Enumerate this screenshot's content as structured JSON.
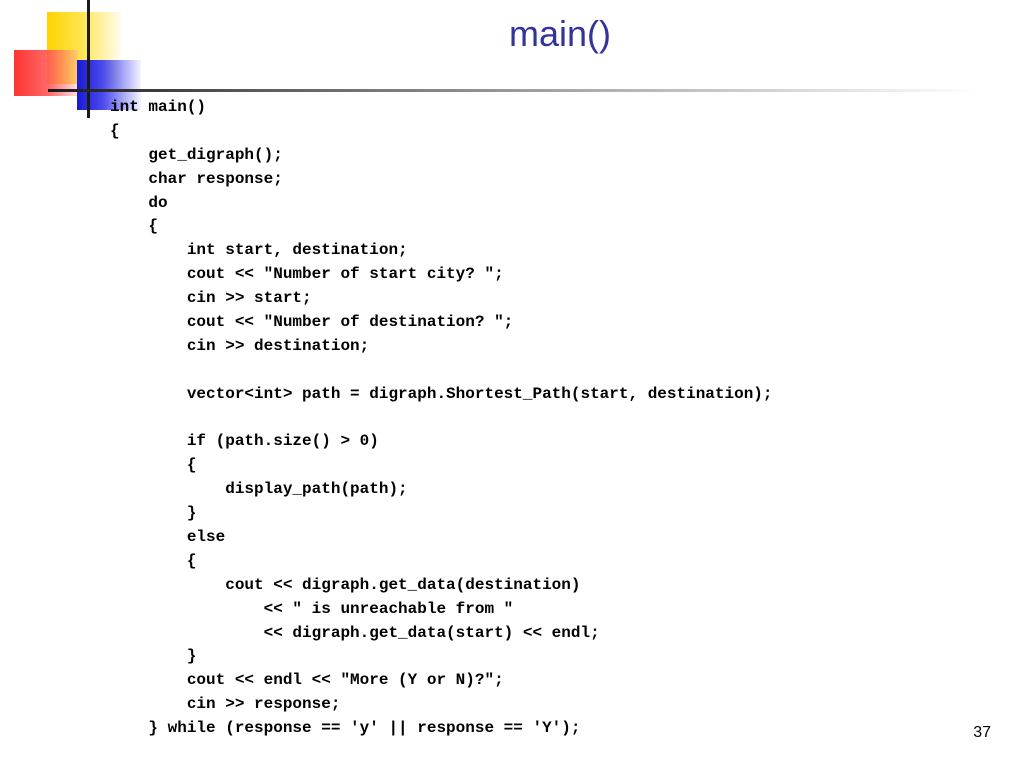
{
  "slide": {
    "title": "main()",
    "page_number": "37",
    "colors": {
      "title": "#333399",
      "deco_yellow": "#ffd200",
      "deco_red": "#ff2828",
      "deco_blue": "#1a1ad6"
    },
    "code_lines": [
      "int main()",
      "{",
      "    get_digraph();",
      "    char response;",
      "    do",
      "    {",
      "        int start, destination;",
      "        cout << \"Number of start city? \";",
      "        cin >> start;",
      "        cout << \"Number of destination? \";",
      "        cin >> destination;",
      "",
      "        vector<int> path = digraph.Shortest_Path(start, destination);",
      "",
      "        if (path.size() > 0)",
      "        {",
      "            display_path(path);",
      "        }",
      "        else",
      "        {",
      "            cout << digraph.get_data(destination)",
      "                << \" is unreachable from \"",
      "                << digraph.get_data(start) << endl;",
      "        }",
      "        cout << endl << \"More (Y or N)?\";",
      "        cin >> response;",
      "    } while (response == 'y' || response == 'Y');"
    ]
  }
}
